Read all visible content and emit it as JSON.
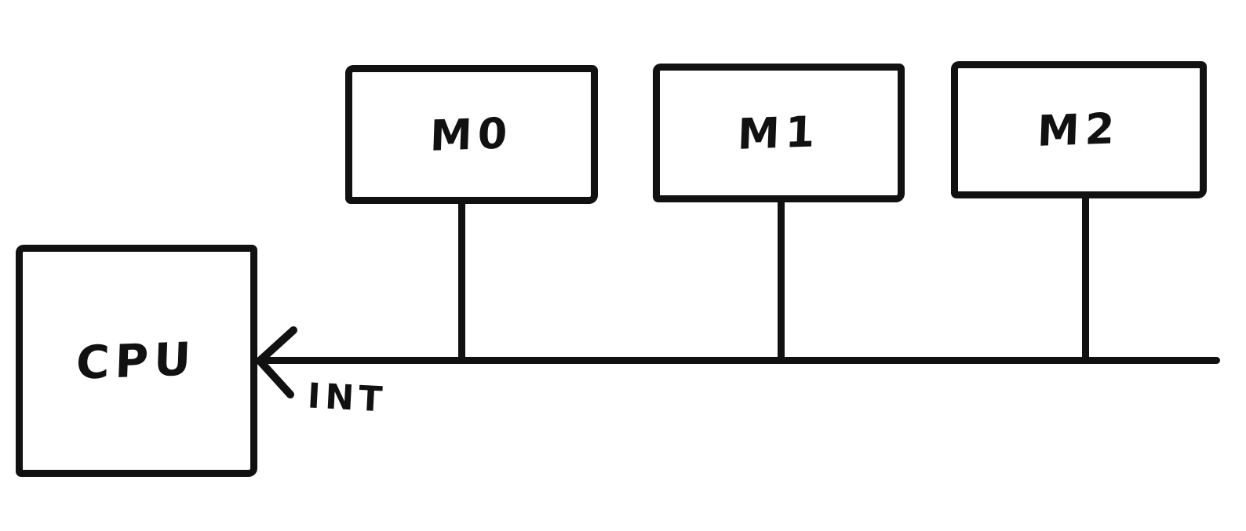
{
  "colors": {
    "background": "#ffffff",
    "ink": "#111111"
  },
  "diagram": {
    "cpu": {
      "label": "CPU"
    },
    "memories": [
      {
        "label": "M0"
      },
      {
        "label": "M1"
      },
      {
        "label": "M2"
      }
    ],
    "bus": {
      "signal_label": "INT",
      "arrow_direction": "left-into-cpu"
    }
  }
}
